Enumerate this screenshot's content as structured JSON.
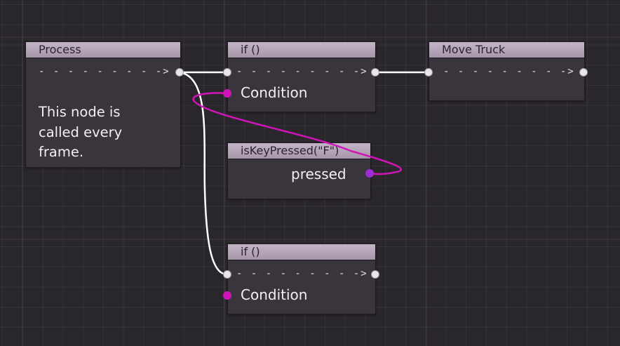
{
  "colors": {
    "background": "#2a272c",
    "node_body": "#3a343d",
    "node_header": "#b8a9bb",
    "exec_wire": "#ffffff",
    "condition_wire": "#d015b8",
    "bool_wire": "#9b2cd6"
  },
  "nodes": {
    "process": {
      "title": "Process",
      "flow_arrow": "- - - - - - - - ->",
      "note": "This node is\ncalled every\nframe."
    },
    "if_top": {
      "title": "if ()",
      "flow_arrow": "- - - - - - - - ->",
      "condition_label": "Condition"
    },
    "move_truck": {
      "title": "Move Truck",
      "flow_arrow": "- - - - - - - - ->"
    },
    "is_key_pressed": {
      "title": "isKeyPressed(\"F\")",
      "output_label": "pressed"
    },
    "if_bottom": {
      "title": "if ()",
      "flow_arrow": "- - - - - - - - ->",
      "condition_label": "Condition"
    }
  }
}
